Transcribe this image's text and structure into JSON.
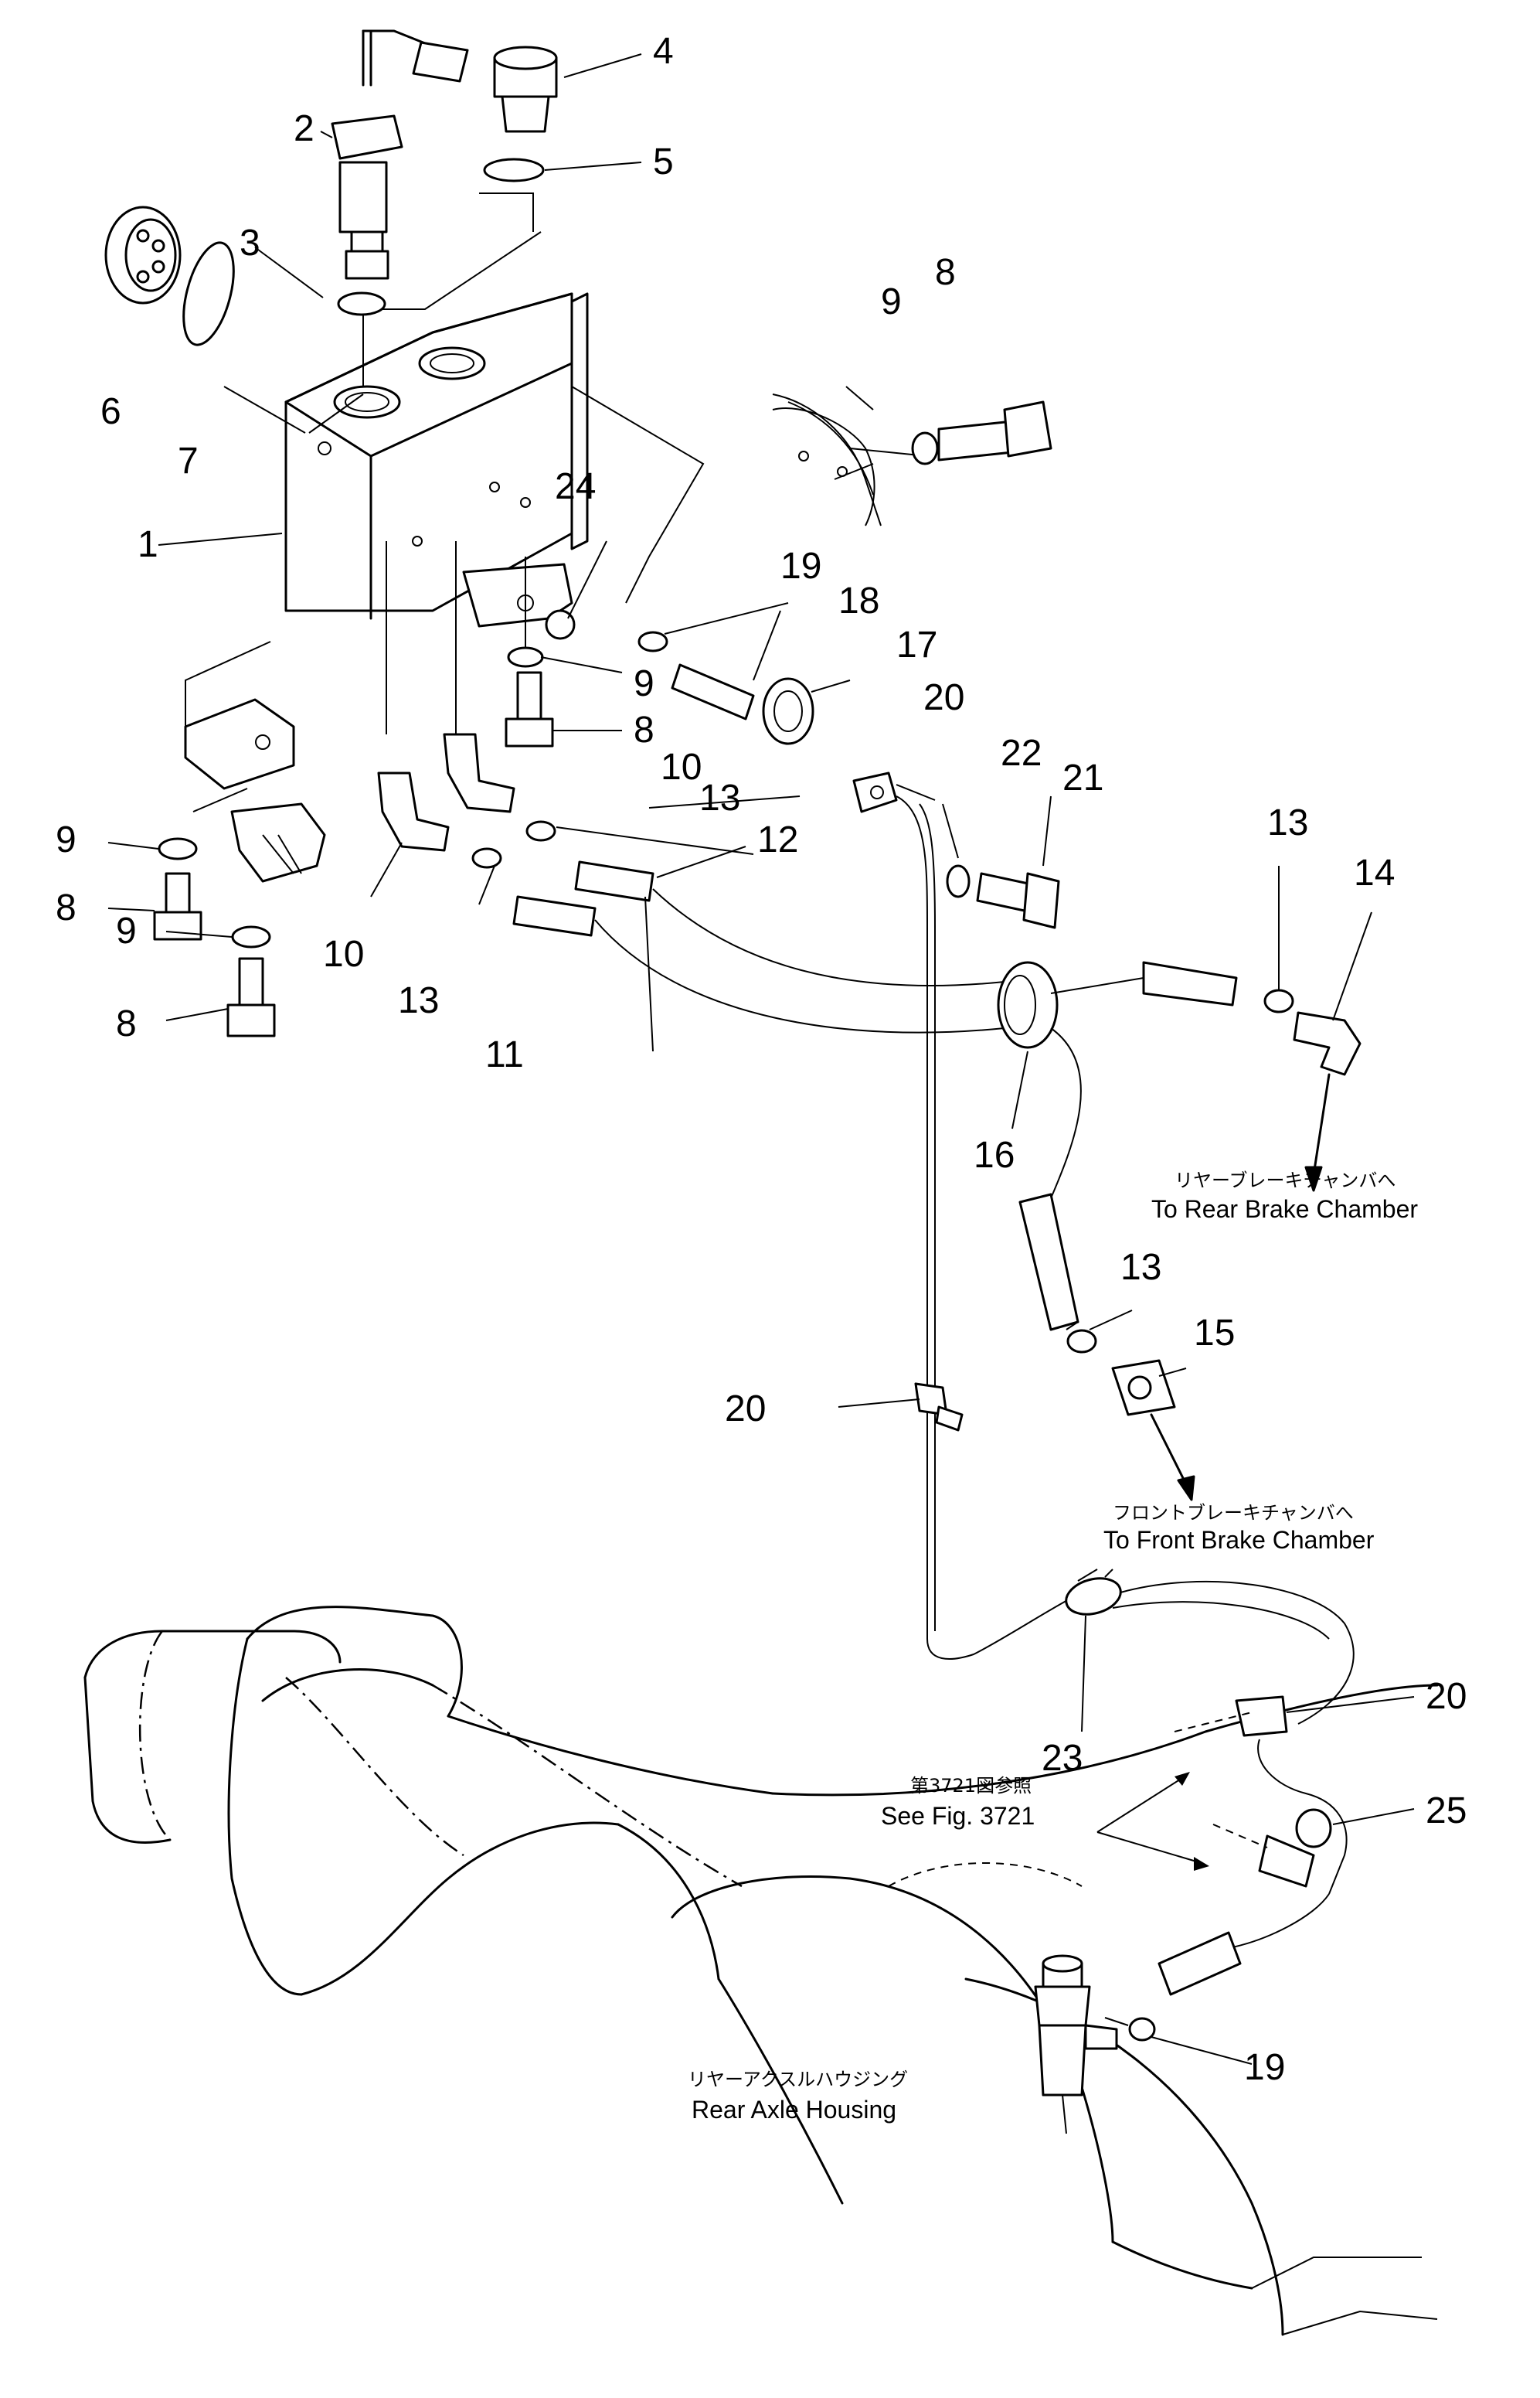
{
  "callouts": {
    "c1": "1",
    "c2": "2",
    "c3": "3",
    "c4": "4",
    "c5": "5",
    "c6": "6",
    "c7": "7",
    "c8a": "8",
    "c8b": "8",
    "c8c": "8",
    "c8d": "8",
    "c9a": "9",
    "c9b": "9",
    "c9c": "9",
    "c9d": "9",
    "c10a": "10",
    "c10b": "10",
    "c11": "11",
    "c12": "12",
    "c13a": "13",
    "c13b": "13",
    "c13c": "13",
    "c13d": "13",
    "c14": "14",
    "c15": "15",
    "c16": "16",
    "c17": "17",
    "c18": "18",
    "c19a": "19",
    "c19b": "19",
    "c20a": "20",
    "c20b": "20",
    "c20c": "20",
    "c21": "21",
    "c22": "22",
    "c23": "23",
    "c24": "24",
    "c25": "25"
  },
  "labels": {
    "rear_brake_jp": "リヤーブレーキチャンバへ",
    "rear_brake_en": "To Rear Brake Chamber",
    "front_brake_jp": "フロントブレーキチャンバへ",
    "front_brake_en": "To Front Brake Chamber",
    "see_fig_jp": "第3721図参照",
    "see_fig_en": "See Fig. 3721",
    "axle_jp": "リヤーアクスルハウジング",
    "axle_en": "Rear Axle Housing"
  }
}
